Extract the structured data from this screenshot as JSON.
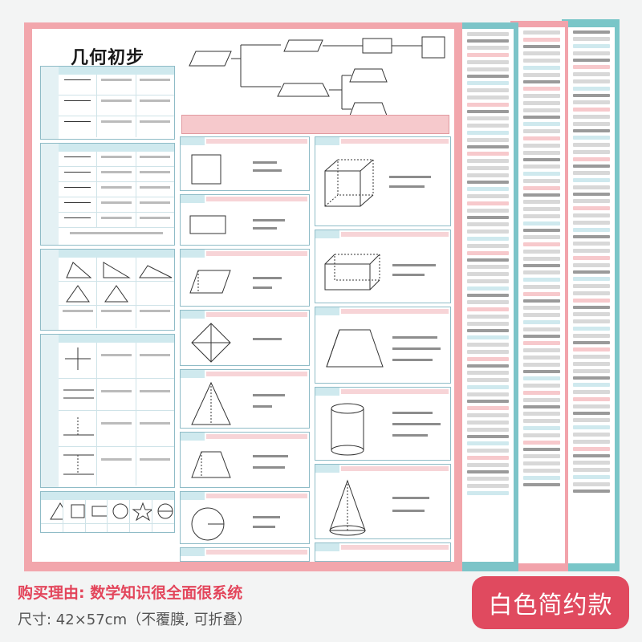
{
  "poster": {
    "title": "几何初步"
  },
  "caption": {
    "reason": "购买理由: 数学知识很全面很系统",
    "size": "尺寸: 42×57cm（不覆膜, 可折叠）"
  },
  "badge": {
    "label": "白色简约款"
  },
  "colors": {
    "accent": "#e04a5f",
    "caption_red": "#e3455b",
    "teal": "#8fbcc7",
    "pink_border": "#f2a6ac",
    "teal_border": "#7cc4c8"
  }
}
